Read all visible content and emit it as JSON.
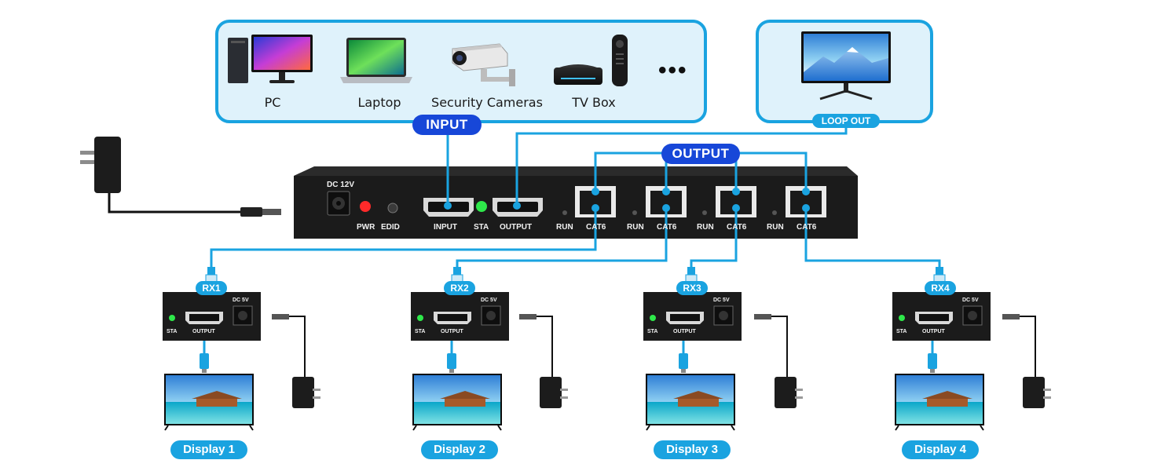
{
  "sources": {
    "items": [
      {
        "label": "PC",
        "icon": "pc-icon"
      },
      {
        "label": "Laptop",
        "icon": "laptop-icon"
      },
      {
        "label": "Security Cameras",
        "icon": "security-camera-icon"
      },
      {
        "label": "TV Box",
        "icon": "tv-box-icon"
      }
    ],
    "more": "•••",
    "input_badge": "INPUT"
  },
  "loop_out": {
    "badge": "LOOP OUT",
    "icon": "monitor-icon"
  },
  "output_badge": "OUTPUT",
  "splitter": {
    "dc_label": "DC 12V",
    "pwr_label": "PWR",
    "edid_label": "EDID",
    "input_label": "INPUT",
    "sta_label": "STA",
    "output_label": "OUTPUT",
    "ports": [
      {
        "run": "RUN",
        "cat": "CAT6"
      },
      {
        "run": "RUN",
        "cat": "CAT6"
      },
      {
        "run": "RUN",
        "cat": "CAT6"
      },
      {
        "run": "RUN",
        "cat": "CAT6"
      }
    ]
  },
  "receivers": [
    {
      "badge": "RX1",
      "sta": "STA",
      "output": "OUTPUT",
      "dc": "DC 5V",
      "display": "Display 1"
    },
    {
      "badge": "RX2",
      "sta": "STA",
      "output": "OUTPUT",
      "dc": "DC 5V",
      "display": "Display 2"
    },
    {
      "badge": "RX3",
      "sta": "STA",
      "output": "OUTPUT",
      "dc": "DC 5V",
      "display": "Display 3"
    },
    {
      "badge": "RX4",
      "sta": "STA",
      "output": "OUTPUT",
      "dc": "DC 5V",
      "display": "Display 4"
    }
  ],
  "colors": {
    "panel_fill": "#dff2fb",
    "panel_border": "#1aa3e0",
    "cable": "#1aa3e0",
    "badge_dark": "#1747d8",
    "badge_light": "#1aa3e0",
    "device_body": "#1b1b1b",
    "led_red": "#ff2a2a",
    "led_green": "#2ee84a"
  }
}
